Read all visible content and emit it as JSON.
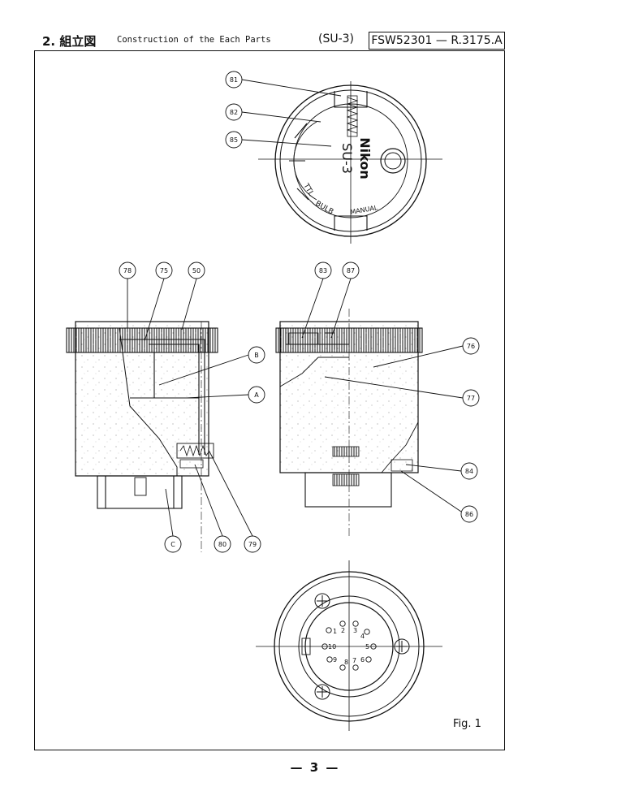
{
  "header": {
    "number": "2. 組立図",
    "subtitle": "Construction of the Each Parts",
    "model": "(SU-3)",
    "doc_code": "FSW52301 — R.3175.A"
  },
  "figure": {
    "caption": "Fig. 1",
    "top_view": {
      "brand": "Nikon",
      "model": "SU-3",
      "mode_ttl": "TTL",
      "mode_bulb": "BULB",
      "mode_manual": "MANUAL"
    },
    "connector_pins": [
      "1",
      "2",
      "3",
      "4",
      "5",
      "6",
      "7",
      "8",
      "9",
      "10"
    ]
  },
  "callouts": [
    "81",
    "82",
    "85",
    "78",
    "75",
    "50",
    "83",
    "87",
    "B",
    "A",
    "76",
    "77",
    "84",
    "86",
    "C",
    "80",
    "79"
  ],
  "page_number": "— 3 —"
}
